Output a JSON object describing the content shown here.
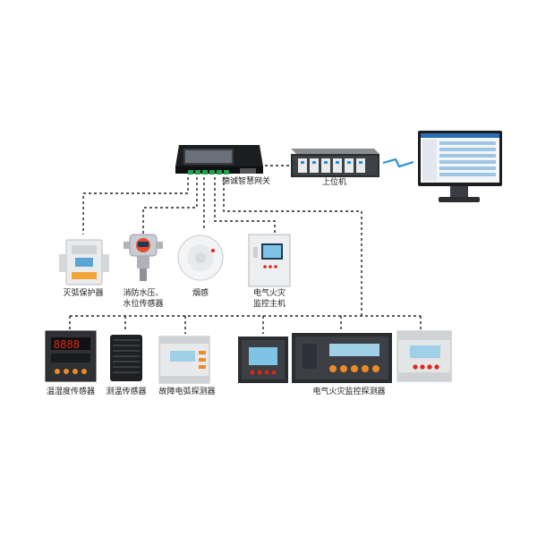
{
  "labels": {
    "gateway": "德诚智慧网关",
    "host": "上位机",
    "arc_protector": "灭弧保护器",
    "fire_water_line1": "消防水压、",
    "fire_water_line2": "水位传感器",
    "smoke": "烟感",
    "monitor_host_line1": "电气火灾",
    "monitor_host_line2": "监控主机",
    "temp_humidity": "温湿度传感器",
    "temp_sensor": "测温传感器",
    "arc_fault": "故障电弧探测器",
    "fire_detector": "电气火灾监控探测器"
  },
  "colors": {
    "line": "#222222",
    "wireless": "#2a8fd6",
    "device_gray": "#d8dadc",
    "device_dark": "#2b2d30",
    "screen_blue": "#9fd0e8",
    "led_red": "#e0261b",
    "button_orange": "#f08a24",
    "gateway_black": "#1c1d20"
  },
  "icons": [
    "gateway-icon",
    "server-icon",
    "monitor-icon",
    "wireless-icon"
  ]
}
